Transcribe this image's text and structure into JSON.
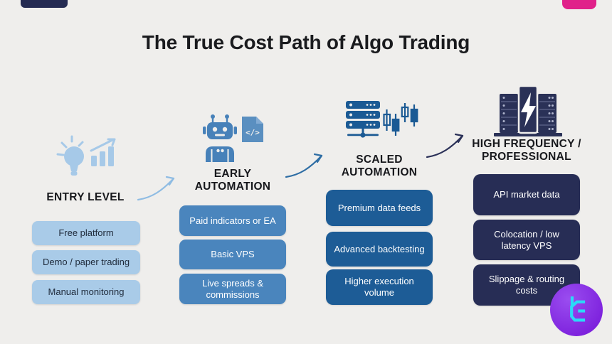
{
  "title": "The True Cost Path of Algo Trading",
  "theme": {
    "background": "#EFEEEC",
    "title_color": "#1A1B1E",
    "top_left_accent_color": "#252B52",
    "top_right_accent_color": "#E0218A",
    "logo_circle_color": "#8B2FE8",
    "logo_glyph_color": "#2BD9F7"
  },
  "stages": [
    {
      "id": "entry-level",
      "label_lines": [
        "ENTRY LEVEL"
      ],
      "icons": [
        "lightbulb-icon",
        "growth-chart-icon"
      ],
      "card_bg": "#A9CBE8",
      "card_text_color": "#1E2A3A",
      "arrow_to_next_color": "#8FBCE3",
      "items": [
        "Free platform",
        "Demo / paper trading",
        "Manual monitoring"
      ]
    },
    {
      "id": "early-automation",
      "label_lines": [
        "EARLY",
        "AUTOMATION"
      ],
      "icons": [
        "robot-icon",
        "code-file-icon"
      ],
      "card_bg": "#4A85BD",
      "card_text_color": "#FFFFFF",
      "arrow_to_next_color": "#2E6DA4",
      "items": [
        "Paid indicators or EA",
        "Basic VPS",
        "Live spreads & commissions"
      ]
    },
    {
      "id": "scaled-automation",
      "label_lines": [
        "SCALED",
        "AUTOMATION"
      ],
      "icons": [
        "server-stack-icon",
        "candlestick-chart-icon"
      ],
      "card_bg": "#1D5C96",
      "card_text_color": "#FFFFFF",
      "arrow_to_next_color": "#2A3057",
      "items": [
        "Premium data feeds",
        "Advanced backtesting",
        "Higher execution volume"
      ]
    },
    {
      "id": "high-frequency-professional",
      "label_lines": [
        "HIGH FREQUENCY /",
        "PROFESSIONAL"
      ],
      "icons": [
        "server-rack-lightning-icon"
      ],
      "card_bg": "#272D55",
      "card_text_color": "#FFFFFF",
      "items": [
        "API market data",
        "Colocation / low latency VPS",
        "Slippage & routing costs"
      ]
    }
  ]
}
